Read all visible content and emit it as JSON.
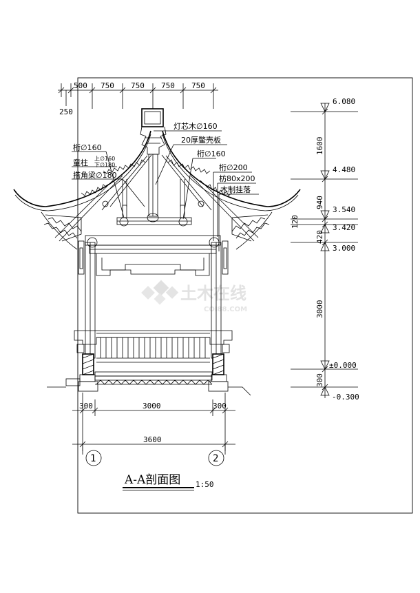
{
  "drawing": {
    "title": "A-A剖面图",
    "scale": "1:50"
  },
  "top_dims": [
    "500",
    "750",
    "750",
    "750",
    "750"
  ],
  "top_dim_extra": "250",
  "elevations": [
    {
      "label": "6.080"
    },
    {
      "label": "4.480"
    },
    {
      "label": "3.540"
    },
    {
      "label": "3.420"
    },
    {
      "label": "3.000"
    },
    {
      "label": "±0.000"
    },
    {
      "label": "-0.300"
    }
  ],
  "elev_dims": [
    "1600",
    "940",
    "120",
    "420",
    "3000",
    "300"
  ],
  "bottom_dims": {
    "left_wall": "300",
    "span": "3000",
    "right_wall": "300",
    "total": "3600"
  },
  "axes": [
    "1",
    "2"
  ],
  "labels": {
    "deng_xin_mu": "灯芯木∅160",
    "bie_ke_ban": "20厚鳖壳板",
    "heng_right": "桁∅160",
    "heng_left": "桁∅160",
    "tong_zhu_main": "童柱",
    "tong_zhu_up": "上∅160",
    "tong_zhu_down": "下∅180",
    "da_jiao_liang": "搭角梁∅180",
    "heng_200": "桁∅200",
    "fang": "枋80x200",
    "gua_luo": "木制挂落"
  },
  "watermark": {
    "main": "土木在线",
    "sub": "COI88.COM"
  }
}
